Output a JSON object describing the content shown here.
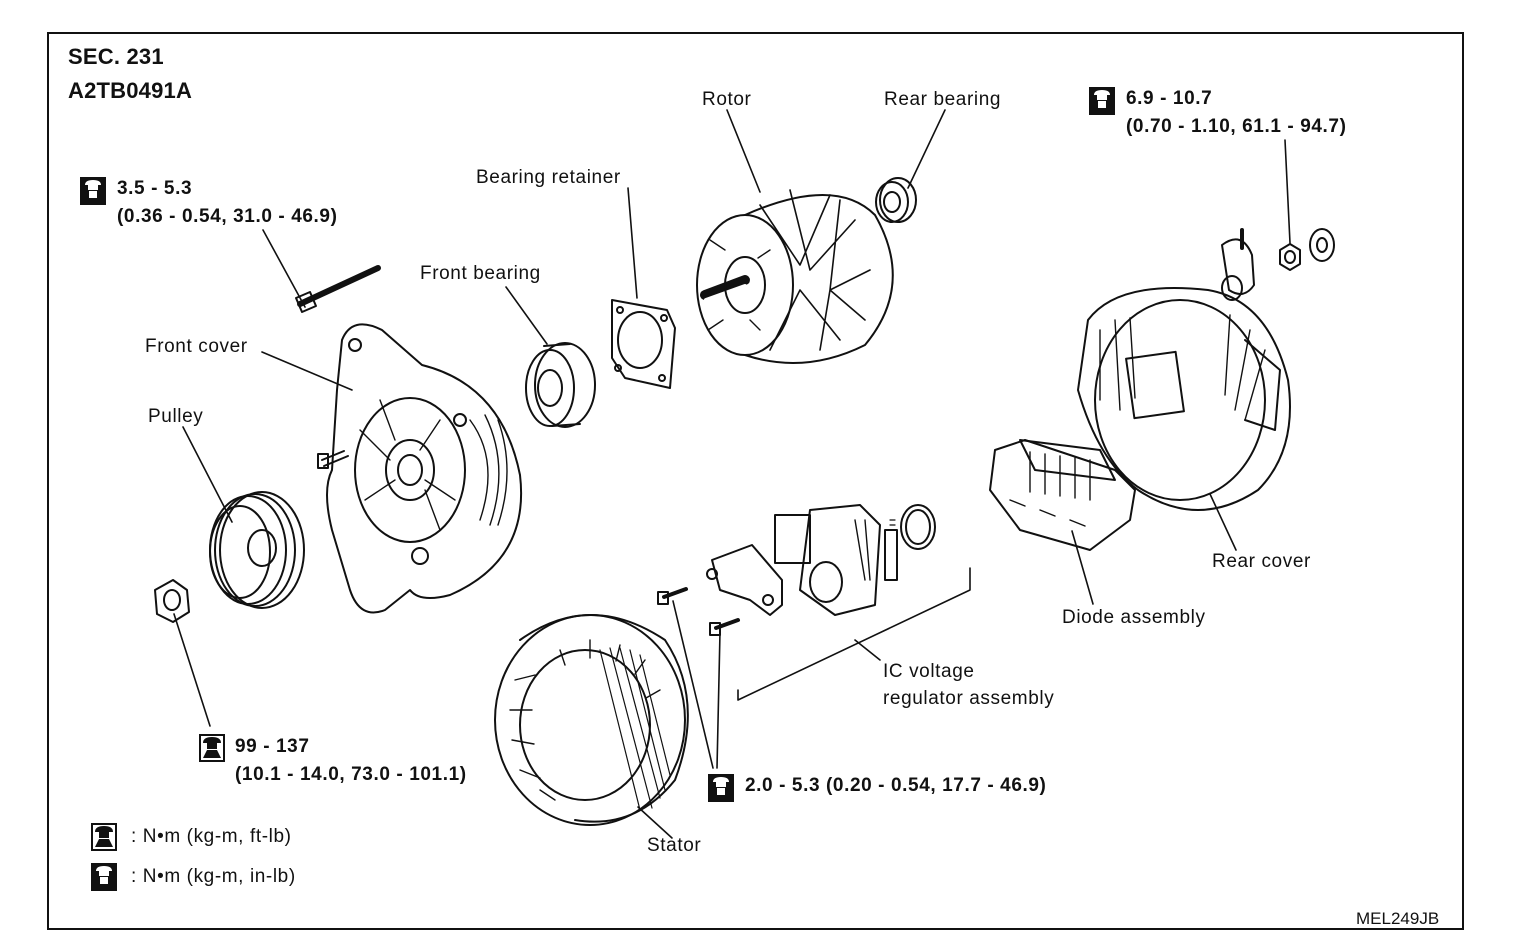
{
  "header": {
    "section": "SEC. 231",
    "code": "A2TB0491A"
  },
  "figure_code": "MEL249JB",
  "parts": {
    "rotor": "Rotor",
    "rear_bearing": "Rear bearing",
    "bearing_retainer": "Bearing retainer",
    "front_bearing": "Front bearing",
    "front_cover": "Front cover",
    "pulley": "Pulley",
    "rear_cover": "Rear cover",
    "diode_assembly": "Diode assembly",
    "ic_regulator_line1": "IC voltage",
    "ic_regulator_line2": "regulator assembly",
    "stator": "Stator"
  },
  "torques": {
    "rear_terminal": {
      "line1": "6.9 - 10.7",
      "line2": "(0.70 - 1.10, 61.1 - 94.7)"
    },
    "through_bolt": {
      "line1": "3.5 - 5.3",
      "line2": "(0.36 - 0.54, 31.0 - 46.9)"
    },
    "pulley_nut": {
      "line1": "99 - 137",
      "line2": "(10.1 - 14.0, 73.0 - 101.1)"
    },
    "regulator_screws": {
      "line1": "2.0 - 5.3 (0.20 - 0.54, 17.7 - 46.9)"
    }
  },
  "legend": {
    "ft_lb": ": N•m (kg-m, ft-lb)",
    "in_lb": ": N•m (kg-m, in-lb)"
  },
  "icons": [
    "torque-wrench-in-lb-icon",
    "torque-wrench-ft-lb-icon"
  ]
}
